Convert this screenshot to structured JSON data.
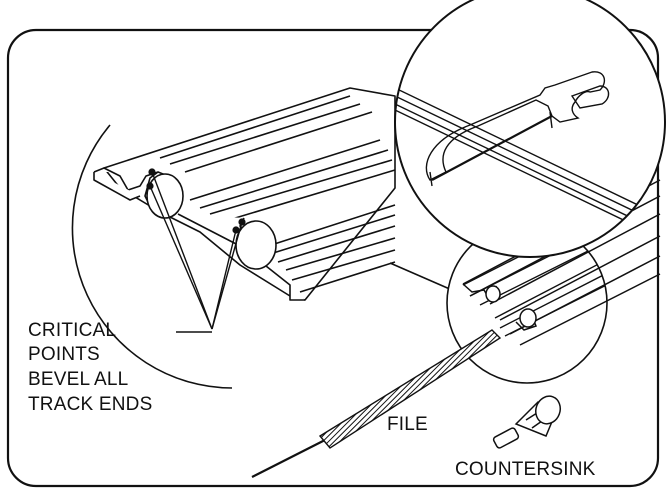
{
  "labels": {
    "critical_points_lines": [
      "CRITICAL",
      "POINTS",
      "BEVEL ALL",
      "TRACK ENDS"
    ],
    "file": "FILE",
    "countersink": "COUNTERSINK"
  },
  "colors": {
    "line": "#1a1a1a",
    "fill": "#ffffff",
    "file_texture": "#222222"
  }
}
